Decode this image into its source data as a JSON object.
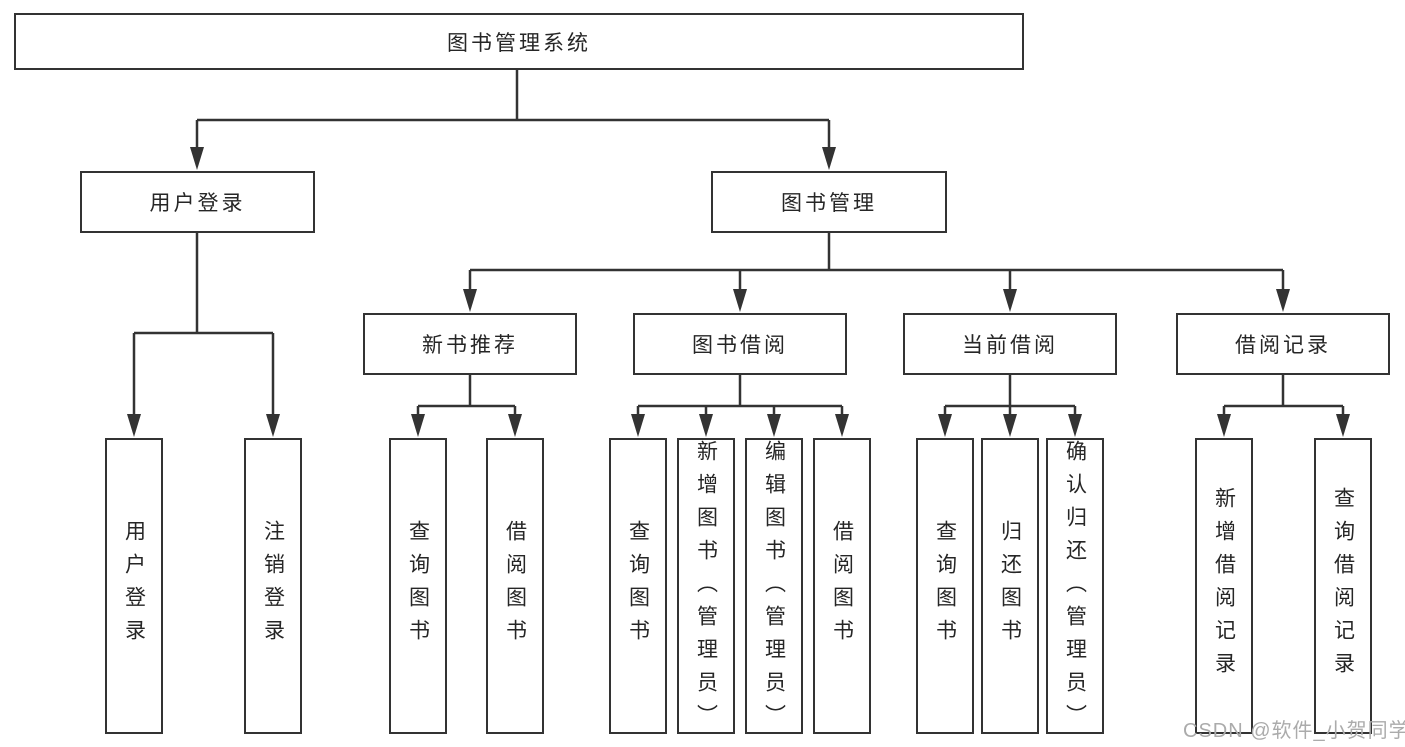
{
  "diagram_title": "图书管理系统",
  "colors": {
    "line": "#333333",
    "box_border": "#333333",
    "text": "#262626",
    "background": "#ffffff",
    "watermark": "#ababab"
  },
  "nodes": {
    "root": {
      "label": "图书管理系统"
    },
    "user_login": {
      "label": "用户登录"
    },
    "book_management": {
      "label": "图书管理"
    },
    "new_book_recommend": {
      "label": "新书推荐"
    },
    "book_borrow": {
      "label": "图书借阅"
    },
    "current_borrow": {
      "label": "当前借阅"
    },
    "borrow_records": {
      "label": "借阅记录"
    },
    "leaf_user_login": {
      "label": "用户登录"
    },
    "leaf_logout_login": {
      "label": "注销登录"
    },
    "leaf_query_books_a": {
      "label": "查询图书"
    },
    "leaf_borrow_books_a": {
      "label": "借阅图书"
    },
    "leaf_query_books_b": {
      "label": "查询图书"
    },
    "leaf_add_books_admin": {
      "label": "新增图书（管理员）"
    },
    "leaf_edit_books_admin": {
      "label": "编辑图书（管理员）"
    },
    "leaf_borrow_books_b": {
      "label": "借阅图书"
    },
    "leaf_query_books_c": {
      "label": "查询图书"
    },
    "leaf_return_books": {
      "label": "归还图书"
    },
    "leaf_confirm_return_admin": {
      "label": "确认归还（管理员）"
    },
    "leaf_add_borrow_record": {
      "label": "新增借阅记录"
    },
    "leaf_query_borrow_record": {
      "label": "查询借阅记录"
    }
  },
  "structure": [
    {
      "parent": "图书管理系统",
      "children": [
        "用户登录",
        "图书管理"
      ]
    },
    {
      "parent": "用户登录",
      "children": [
        "用户登录",
        "注销登录"
      ]
    },
    {
      "parent": "图书管理",
      "children": [
        "新书推荐",
        "图书借阅",
        "当前借阅",
        "借阅记录"
      ]
    },
    {
      "parent": "新书推荐",
      "children": [
        "查询图书",
        "借阅图书"
      ]
    },
    {
      "parent": "图书借阅",
      "children": [
        "查询图书",
        "新增图书（管理员）",
        "编辑图书（管理员）",
        "借阅图书"
      ]
    },
    {
      "parent": "当前借阅",
      "children": [
        "查询图书",
        "归还图书",
        "确认归还（管理员）"
      ]
    },
    {
      "parent": "借阅记录",
      "children": [
        "新增借阅记录",
        "查询借阅记录"
      ]
    }
  ],
  "watermark": {
    "text": "CSDN @软件_小贺同学"
  }
}
